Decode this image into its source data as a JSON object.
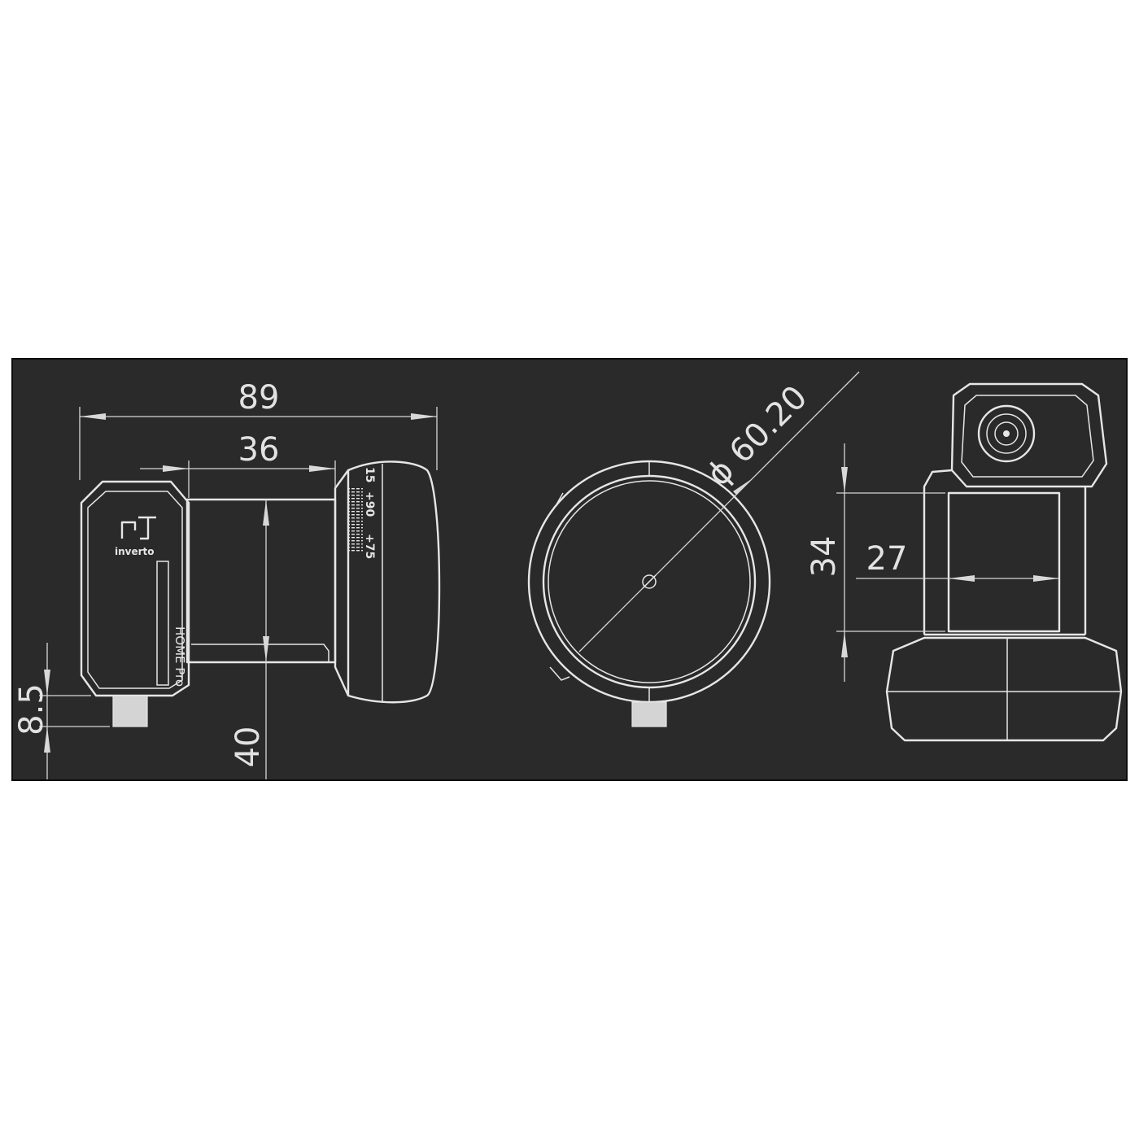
{
  "drawing": {
    "background_color": "#2a2a2a",
    "line_color": "#e6e6e6",
    "page_color": "#ffffff"
  },
  "side_view": {
    "dims": {
      "overall_length": "89",
      "body_length": "36",
      "body_height": "40",
      "connector_height": "8.5"
    },
    "brand_text": "inverto",
    "model_text": "HOME Pro",
    "skew_scale": [
      "15",
      "+90",
      "+75"
    ]
  },
  "front_view": {
    "dims": {
      "diameter": "ϕ 60.20"
    }
  },
  "rear_view": {
    "dims": {
      "height": "34",
      "width": "27"
    }
  }
}
